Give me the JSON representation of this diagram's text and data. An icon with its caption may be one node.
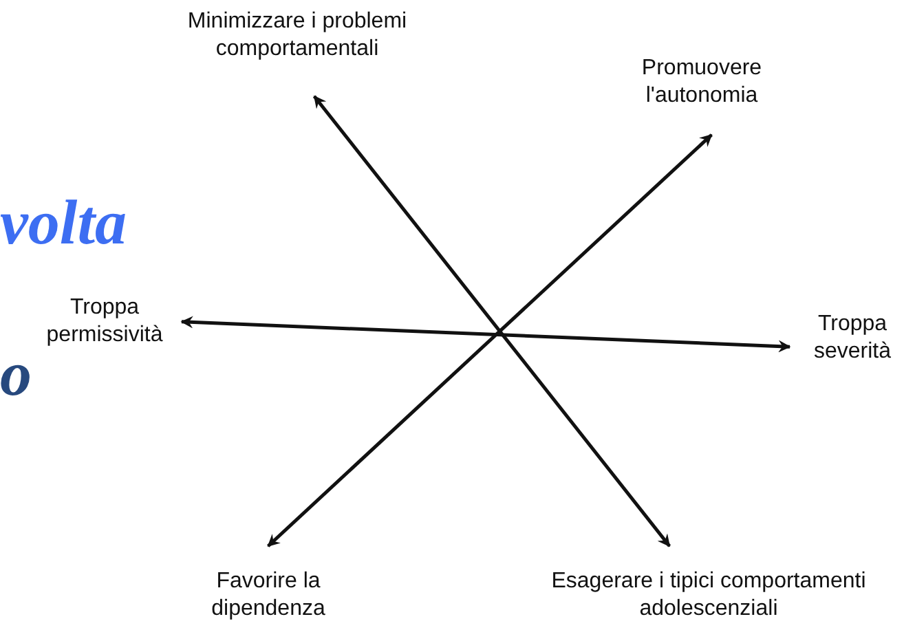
{
  "diagram": {
    "nodes": [
      {
        "text": [
          "Minimizzare i problemi comportamentali"
        ]
      },
      {
        "text": [
          "Promuovere l'autonomia"
        ]
      },
      {
        "text": [
          "Troppa permissività"
        ]
      },
      {
        "text": [
          "Troppa severità"
        ]
      },
      {
        "text": [
          "Favorire la dipendenza"
        ]
      },
      {
        "text": [
          "Esagerare i tipici comportamenti adolescenziali"
        ]
      }
    ],
    "edges": [
      {
        "from": 0,
        "to": 5,
        "arrow": "both"
      },
      {
        "from": 1,
        "to": 4,
        "arrow": "both"
      },
      {
        "from": 2,
        "to": 3,
        "arrow": "both"
      }
    ],
    "labels": [
      "volta",
      "o"
    ]
  }
}
